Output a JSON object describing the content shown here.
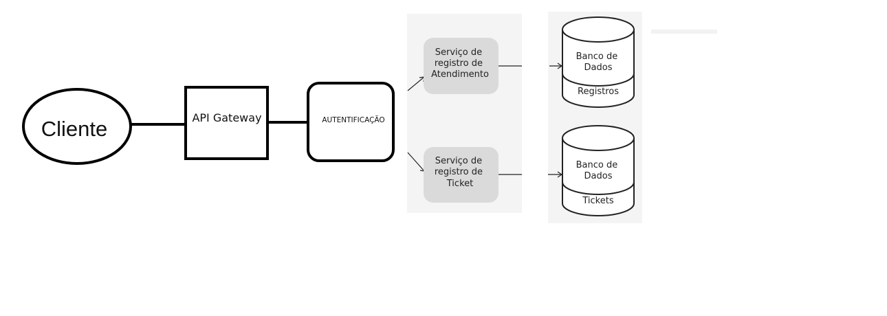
{
  "client": {
    "label": "Cliente"
  },
  "gateway": {
    "label": "API Gateway"
  },
  "auth": {
    "label": "AUTENTIFICAÇÃO"
  },
  "services": {
    "atendimento": {
      "lines": [
        "Serviço de",
        "registro de",
        "Atendimento"
      ]
    },
    "ticket": {
      "lines": [
        "Serviço de",
        "registro de",
        "Ticket"
      ]
    }
  },
  "databases": {
    "registros": {
      "title_lines": [
        "Banco de",
        "Dados"
      ],
      "label": "Registros"
    },
    "tickets": {
      "title_lines": [
        "Banco de",
        "Dados"
      ],
      "label": "Tickets"
    }
  },
  "colors": {
    "panel_bg": "#f4f4f4",
    "service_bg": "#dadada",
    "stroke": "#000000",
    "db_stroke": "#222222"
  }
}
